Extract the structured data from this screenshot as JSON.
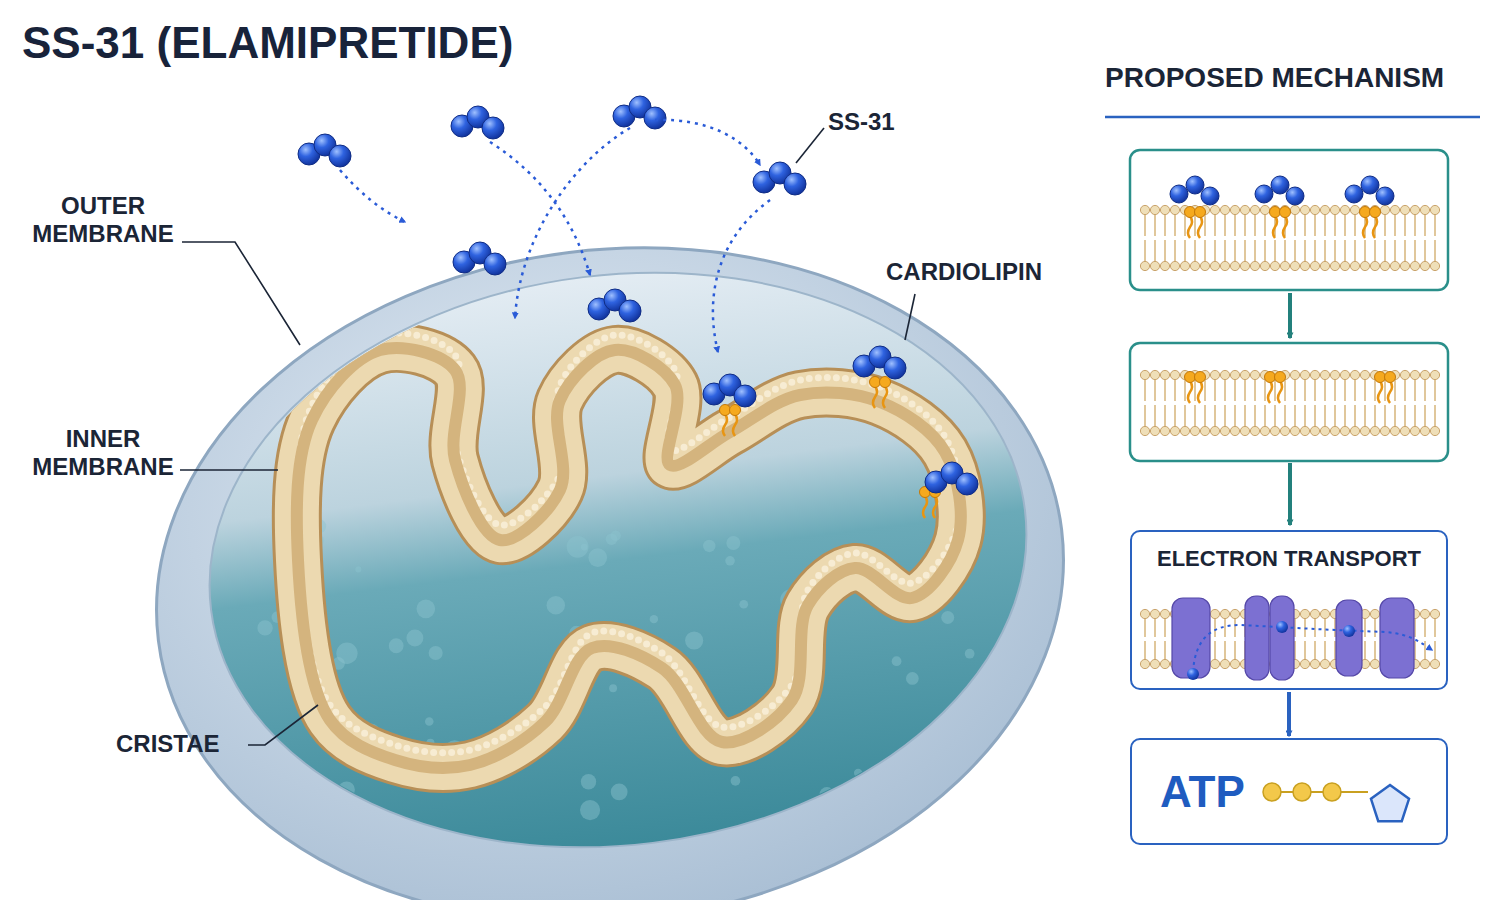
{
  "diagram": {
    "title": "SS-31 (ELAMIPRETIDE)",
    "nodes": [
      {
        "text": [
          "ELECTRON TRANSPORT"
        ]
      },
      {
        "text": [
          "ATP"
        ]
      }
    ],
    "edges": [
      {
        "from": 0,
        "to": 1,
        "arrow": "to"
      }
    ],
    "labels": [
      "OUTER MEMBRANE",
      "INNER MEMBRANE",
      "CRISTAE",
      "SS-31",
      "CARDIOLIPIN",
      "PROPOSED MECHANISM"
    ]
  }
}
